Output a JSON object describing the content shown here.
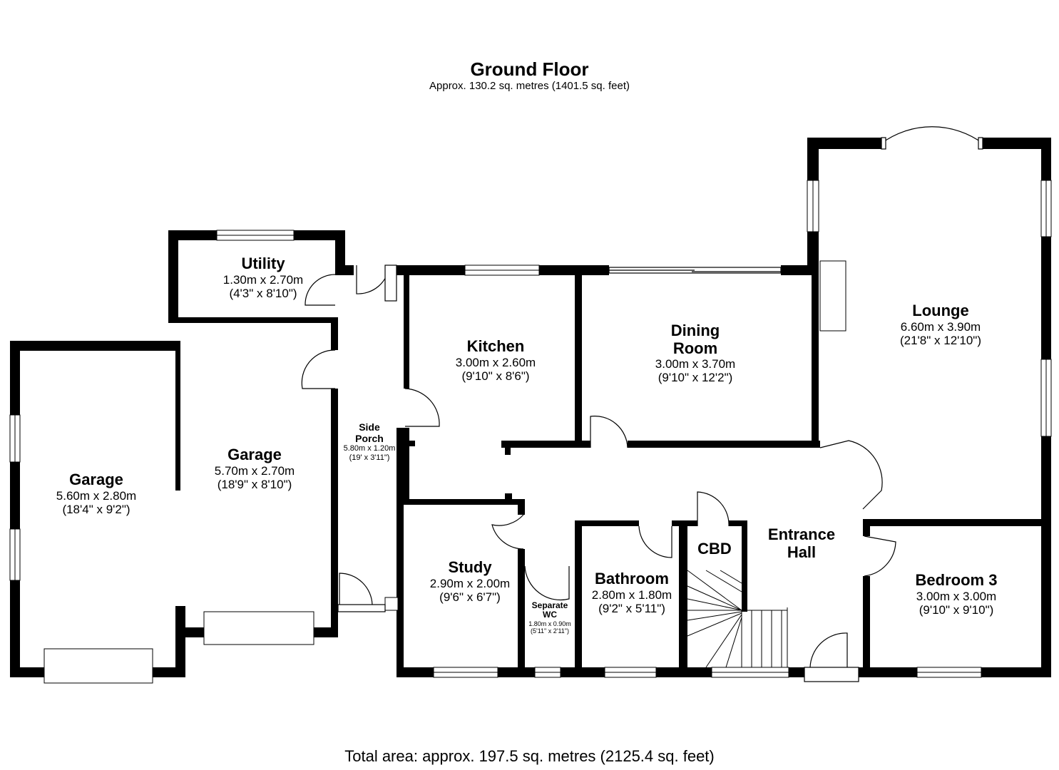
{
  "floor": {
    "title": "Ground Floor",
    "subtitle": "Approx. 130.2 sq. metres (1401.5 sq. feet)"
  },
  "total_area": "Total area: approx. 197.5 sq. metres (2125.4 sq. feet)",
  "rooms": {
    "garage_left": {
      "name": "Garage",
      "metric": "5.60m x 2.80m",
      "imperial": "(18'4\" x 9'2\")"
    },
    "garage_right": {
      "name": "Garage",
      "metric": "5.70m x 2.70m",
      "imperial": "(18'9\" x 8'10\")"
    },
    "utility": {
      "name": "Utility",
      "metric": "1.30m x 2.70m",
      "imperial": "(4'3\" x 8'10\")"
    },
    "side_porch": {
      "name_line1": "Side",
      "name_line2": "Porch",
      "metric": "5.80m x 1.20m",
      "imperial": "(19' x 3'11\")"
    },
    "kitchen": {
      "name": "Kitchen",
      "metric": "3.00m x 2.60m",
      "imperial": "(9'10\" x 8'6\")"
    },
    "dining_room": {
      "name_line1": "Dining",
      "name_line2": "Room",
      "metric": "3.00m x 3.70m",
      "imperial": "(9'10\" x 12'2\")"
    },
    "lounge": {
      "name": "Lounge",
      "metric": "6.60m x 3.90m",
      "imperial": "(21'8\" x 12'10\")"
    },
    "study": {
      "name": "Study",
      "metric": "2.90m x 2.00m",
      "imperial": "(9'6\" x 6'7\")"
    },
    "separate_wc": {
      "name_line1": "Separate",
      "name_line2": "WC",
      "metric": "1.80m x 0.90m",
      "imperial": "(5'11\" x 2'11\")"
    },
    "bathroom": {
      "name": "Bathroom",
      "metric": "2.80m x 1.80m",
      "imperial": "(9'2\" x 5'11\")"
    },
    "cbd": {
      "name": "CBD"
    },
    "entrance_hall": {
      "name_line1": "Entrance",
      "name_line2": "Hall"
    },
    "bedroom_3": {
      "name": "Bedroom 3",
      "metric": "3.00m x 3.00m",
      "imperial": "(9'10\" x 9'10\")"
    }
  }
}
